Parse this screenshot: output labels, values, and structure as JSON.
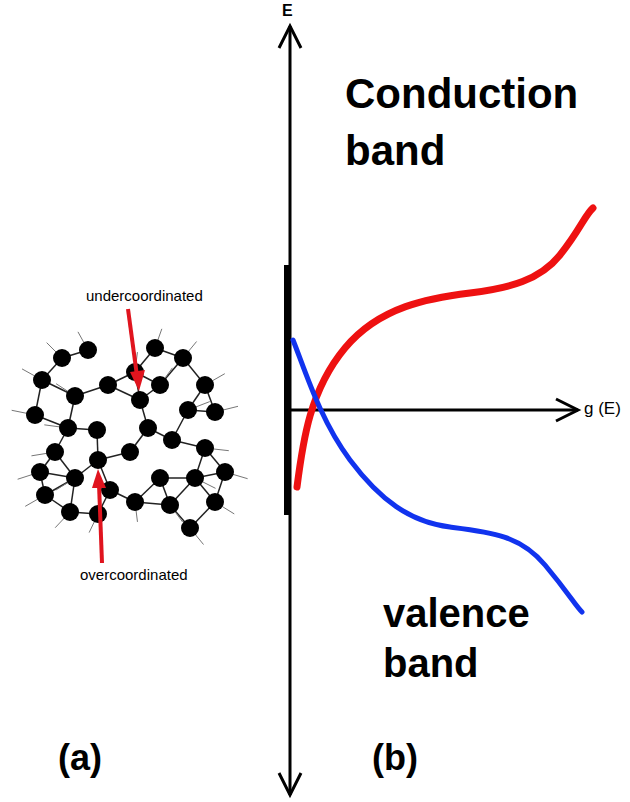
{
  "diagram": {
    "labels": [
      "E",
      "Conduction band",
      "undercoordinated",
      "overcoordinated",
      "g (E)",
      "valence band",
      "(a)",
      "(b)"
    ]
  }
}
